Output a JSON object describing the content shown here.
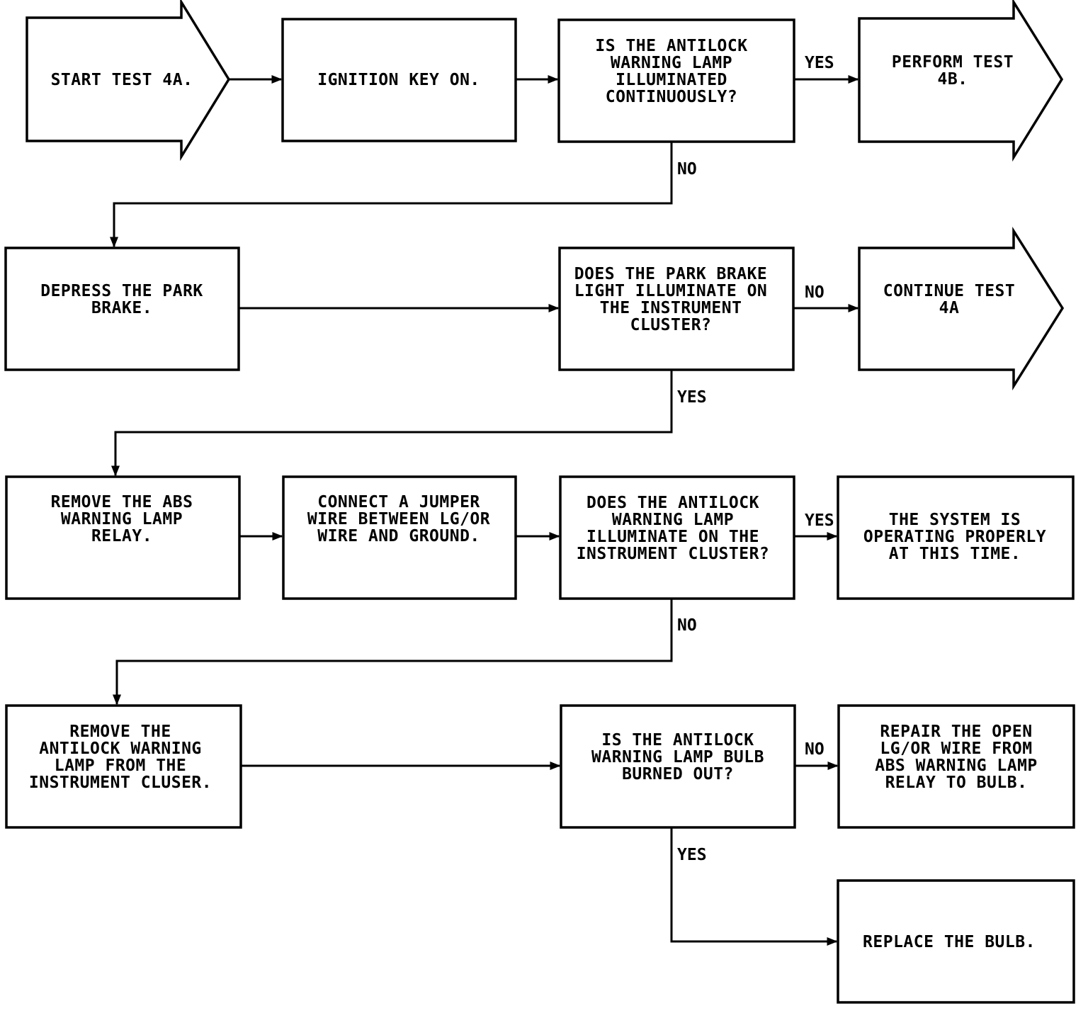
{
  "nodes": {
    "start_test_4a": [
      "START TEST 4A."
    ],
    "ignition_key_on": [
      "IGNITION KEY ON."
    ],
    "q_lamp_continuous": [
      "IS THE ANTILOCK",
      "WARNING LAMP",
      "ILLUMINATED",
      "CONTINUOUSLY?"
    ],
    "perform_test_4b": [
      "PERFORM TEST",
      "4B."
    ],
    "depress_park_brake": [
      "DEPRESS THE PARK",
      "BRAKE."
    ],
    "q_park_brake_light": [
      "DOES THE PARK BRAKE",
      "LIGHT ILLUMINATE ON",
      "THE INSTRUMENT",
      "CLUSTER?"
    ],
    "continue_test_4a": [
      "CONTINUE TEST",
      "4A"
    ],
    "remove_relay": [
      "REMOVE THE ABS",
      "WARNING LAMP",
      "RELAY."
    ],
    "connect_jumper": [
      "CONNECT A JUMPER",
      "WIRE BETWEEN LG/OR",
      "WIRE AND GROUND."
    ],
    "q_lamp_illuminate": [
      "DOES THE ANTILOCK",
      "WARNING LAMP",
      "ILLUMINATE ON THE",
      "INSTRUMENT CLUSTER?"
    ],
    "system_ok": [
      "THE SYSTEM IS",
      "OPERATING PROPERLY",
      "AT THIS TIME."
    ],
    "remove_lamp": [
      "REMOVE THE",
      "ANTILOCK WARNING",
      "LAMP FROM THE",
      "INSTRUMENT CLUSER."
    ],
    "q_bulb_burned": [
      "IS THE ANTILOCK",
      "WARNING LAMP BULB",
      "BURNED OUT?"
    ],
    "repair_wire": [
      "REPAIR THE OPEN",
      "LG/OR WIRE FROM",
      "ABS WARNING LAMP",
      "RELAY TO BULB."
    ],
    "replace_bulb": [
      "REPLACE THE BULB."
    ]
  },
  "edge_labels": {
    "q1_yes": "YES",
    "q1_no": "NO",
    "q2_no": "NO",
    "q2_yes": "YES",
    "q3_yes": "YES",
    "q3_no": "NO",
    "q4_no": "NO",
    "q4_yes": "YES"
  },
  "colors": {
    "line": "#000000",
    "background": "#ffffff"
  }
}
